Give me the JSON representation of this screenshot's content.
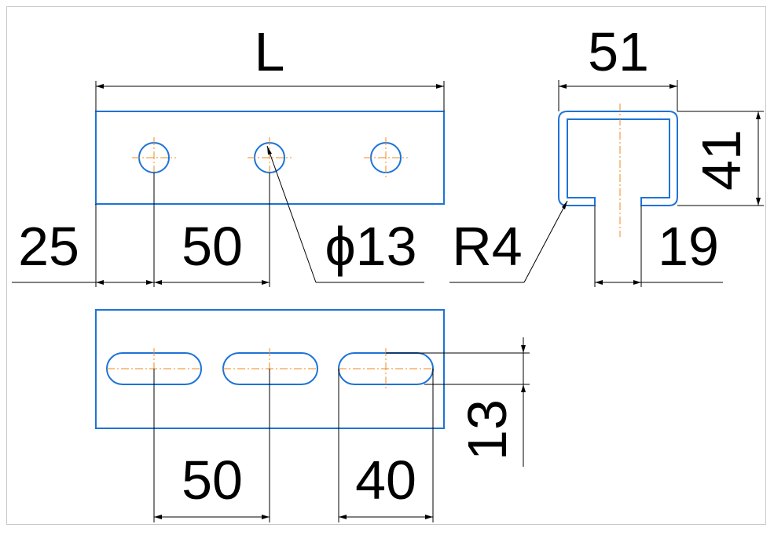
{
  "dimensions": {
    "length": "L",
    "channel_width": "51",
    "channel_height": "41",
    "hole_edge_offset": "25",
    "hole_pitch": "50",
    "hole_diameter": "ϕ13",
    "corner_radius": "R4",
    "slot_opening": "19",
    "slot_pitch": "50",
    "slot_length": "40",
    "slot_width": "13"
  },
  "colors": {
    "part_outline": "#1e73d8",
    "center_line": "#f08a1e",
    "dimension_line": "#000000"
  }
}
